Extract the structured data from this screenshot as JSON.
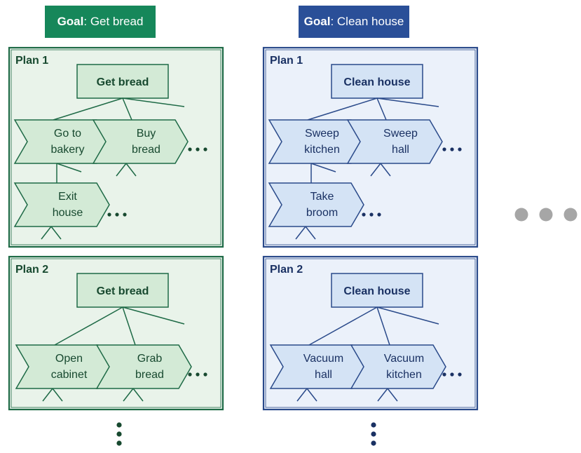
{
  "colors": {
    "green_fill": "#e9f3ea",
    "green_node": "#d3ead6",
    "green_stroke": "#1e6a46",
    "green_goal_bg": "#16875a",
    "blue_fill": "#ebf1fa",
    "blue_node": "#d4e3f5",
    "blue_stroke": "#2a4a8a",
    "blue_goal_bg": "#2a4f98",
    "text_green": "#17492f",
    "text_blue": "#1a3163",
    "more_dots": "#a6a6a6"
  },
  "goals": [
    {
      "prefix": "Goal",
      "name": "Get bread",
      "theme": "green",
      "plans": [
        {
          "label": "Plan 1",
          "root": "Get bread",
          "steps": [
            [
              "Go to",
              "bakery"
            ],
            [
              "Buy",
              "bread"
            ]
          ],
          "substeps": [
            [
              "Exit",
              "house"
            ]
          ],
          "ellipsis": "…"
        },
        {
          "label": "Plan 2",
          "root": "Get bread",
          "steps": [
            [
              "Open",
              "cabinet"
            ],
            [
              "Grab",
              "bread"
            ]
          ],
          "substeps": [],
          "ellipsis": "…"
        }
      ]
    },
    {
      "prefix": "Goal",
      "name": "Clean house",
      "theme": "blue",
      "plans": [
        {
          "label": "Plan 1",
          "root": "Clean house",
          "steps": [
            [
              "Sweep",
              "kitchen"
            ],
            [
              "Sweep",
              "hall"
            ]
          ],
          "substeps": [
            [
              "Take",
              "broom"
            ]
          ],
          "ellipsis": "…"
        },
        {
          "label": "Plan 2",
          "root": "Clean house",
          "steps": [
            [
              "Vacuum",
              "hall"
            ],
            [
              "Vacuum",
              "kitchen"
            ]
          ],
          "substeps": [],
          "ellipsis": "…"
        }
      ]
    }
  ]
}
